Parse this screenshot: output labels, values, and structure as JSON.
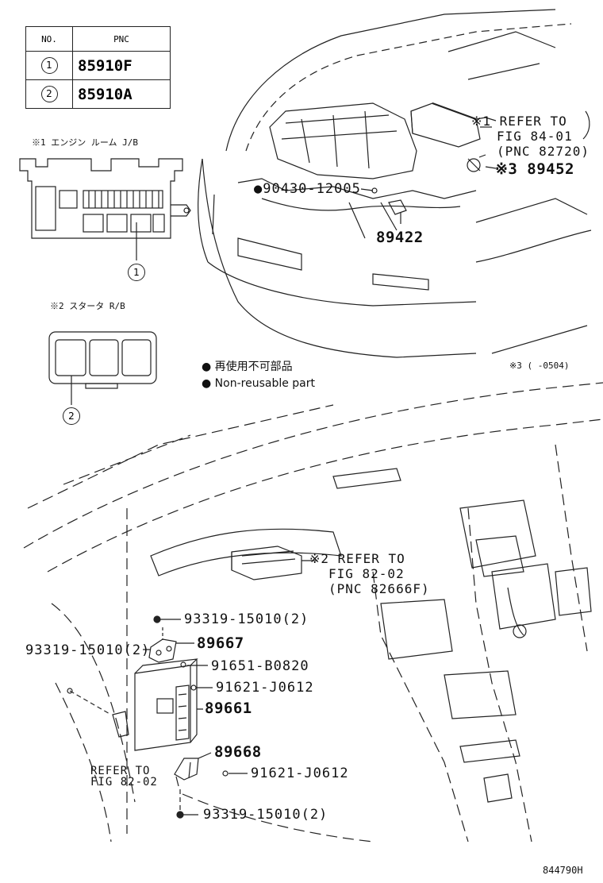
{
  "table": {
    "header_no": "NO.",
    "header_pnc": "PNC",
    "rows": [
      {
        "no": "1",
        "pnc": "85910F"
      },
      {
        "no": "2",
        "pnc": "85910A"
      }
    ]
  },
  "note1_label": "※1 エンジン ルーム J/B",
  "note2_label": "※2 スタータ R/B",
  "callout1": "1",
  "callout2": "2",
  "ref1": {
    "line1": "※1 REFER TO",
    "line2": "FIG 84-01",
    "line3": "(PNC 82720)"
  },
  "ref2": {
    "line1": "※2 REFER TO",
    "line2": "FIG 82-02",
    "line3": "(PNC 82666F)"
  },
  "ref3": {
    "line1": "REFER TO",
    "line2": "FIG 82-02"
  },
  "parts": {
    "p89452": "※3 89452",
    "p90430": "●90430-12005",
    "p89422": "89422",
    "p93319a": "93319-15010(2)",
    "p89667": "89667",
    "p93319b": "93319-15010(2)",
    "p91651": "91651-B0820",
    "p91621a": "91621-J0612",
    "p89661": "89661",
    "p89668": "89668",
    "p91621b": "91621-J0612",
    "p93319c": "93319-15010(2)"
  },
  "legend": {
    "jp": "再使用不可部品",
    "en": "Non-reusable part",
    "date_note": "※3 (    -0504)"
  },
  "figure_id": "844790H"
}
